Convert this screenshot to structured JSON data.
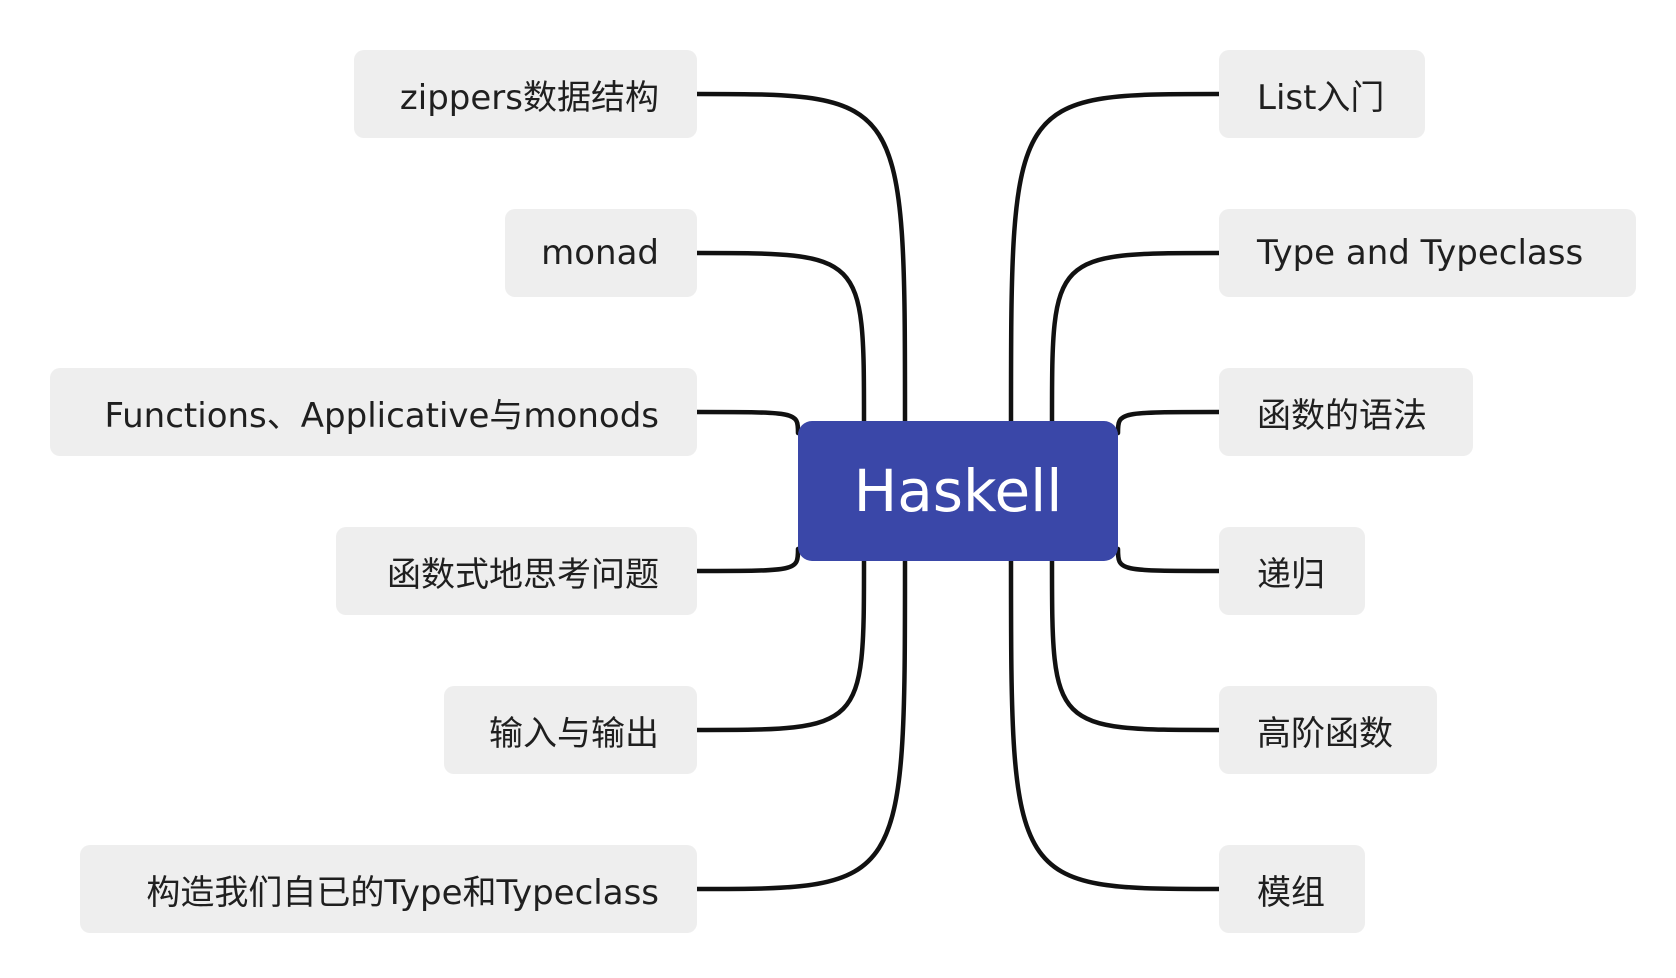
{
  "central": {
    "label": "Haskell",
    "color": "#3a47a8"
  },
  "left_topics": [
    {
      "label": "zippers数据结构"
    },
    {
      "label": "monad"
    },
    {
      "label": "Functions、Applicative与monods"
    },
    {
      "label": "函数式地思考问题"
    },
    {
      "label": "输入与输出"
    },
    {
      "label": "构造我们自已的Type和Typeclass"
    }
  ],
  "right_topics": [
    {
      "label": "List入门"
    },
    {
      "label": "Type and Typeclass"
    },
    {
      "label": "函数的语法"
    },
    {
      "label": "递归"
    },
    {
      "label": "高阶函数"
    },
    {
      "label": "模组"
    }
  ],
  "colors": {
    "connector": "#111111",
    "topic_fill": "#eeeeee"
  }
}
